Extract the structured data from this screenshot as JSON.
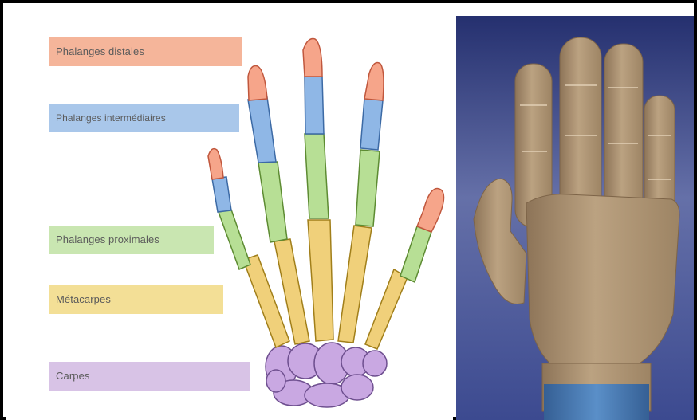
{
  "labels": {
    "distales": "Phalanges distales",
    "intermediaires": "Phalanges intermédiaires",
    "proximales": "Phalanges proximales",
    "metacarpes": "Métacarpes",
    "carpes": "Carpes"
  },
  "colors": {
    "distal": "#f6a58a",
    "intermediate": "#8fb7e6",
    "proximal": "#b7df95",
    "metacarpal": "#f0d07a",
    "carpal": "#c9a8e2",
    "hand_skin": "#b69b78",
    "background_blue": "#2f3f86",
    "wrist_band": "#4d7fb5"
  }
}
